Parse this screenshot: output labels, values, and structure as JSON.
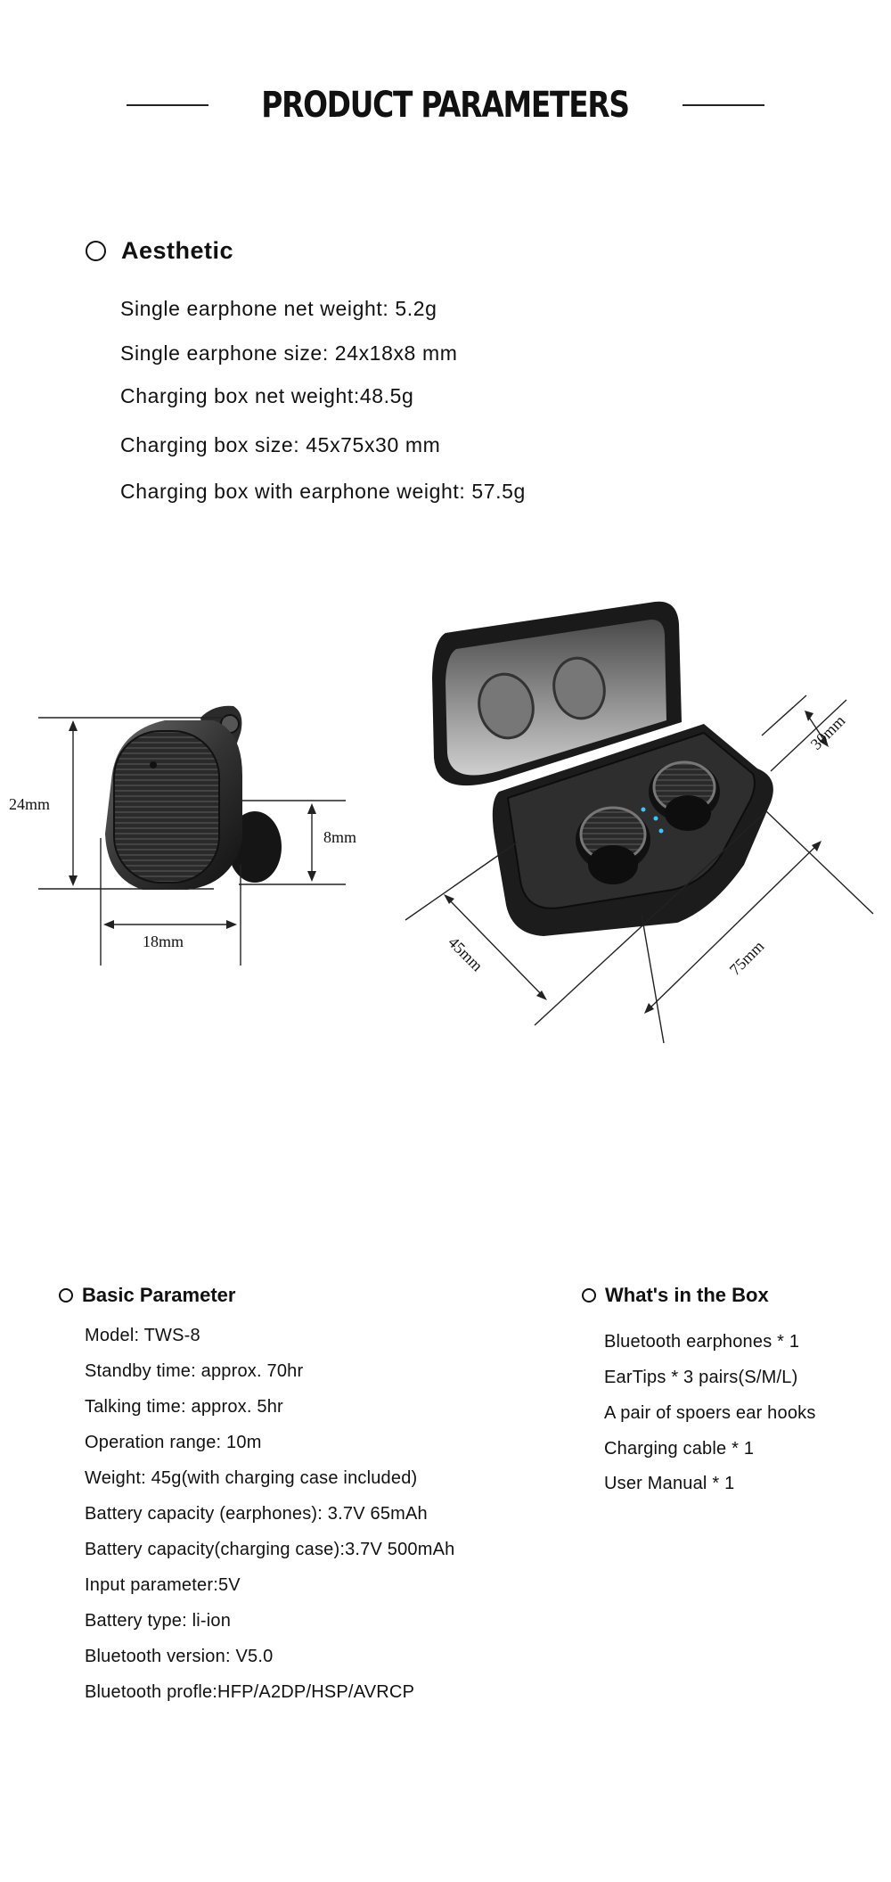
{
  "header": {
    "title": "PRODUCT PARAMETERS"
  },
  "aesthetic": {
    "heading": "Aesthetic",
    "items": [
      "Single earphone net weight: 5.2g",
      "Single earphone size: 24x18x8 mm",
      "Charging box net weight:48.5g",
      "Charging box size: 45x75x30 mm",
      "Charging box with earphone weight: 57.5g"
    ]
  },
  "diagram": {
    "earphone": {
      "height_label": "24mm",
      "width_label": "18mm",
      "depth_label": "8mm"
    },
    "case": {
      "depth_label": "30mm",
      "width_label": "75mm",
      "height_label": "45mm"
    }
  },
  "basic": {
    "heading": "Basic Parameter",
    "items": [
      "Model: TWS-8",
      "Standby time: approx. 70hr",
      "Talking time: approx. 5hr",
      "Operation range: 10m",
      "Weight: 45g(with charging case included)",
      "Battery capacity (earphones): 3.7V 65mAh",
      "Battery capacity(charging case):3.7V 500mAh",
      "Input parameter:5V",
      "Battery type: li-ion",
      "Bluetooth version: V5.0",
      "Bluetooth profle:HFP/A2DP/HSP/AVRCP"
    ]
  },
  "box": {
    "heading": "What's in the Box",
    "items": [
      "Bluetooth earphones * 1",
      "EarTips * 3 pairs(S/M/L)",
      "A pair of spoers ear hooks",
      "Charging cable * 1",
      "User Manual * 1"
    ]
  }
}
